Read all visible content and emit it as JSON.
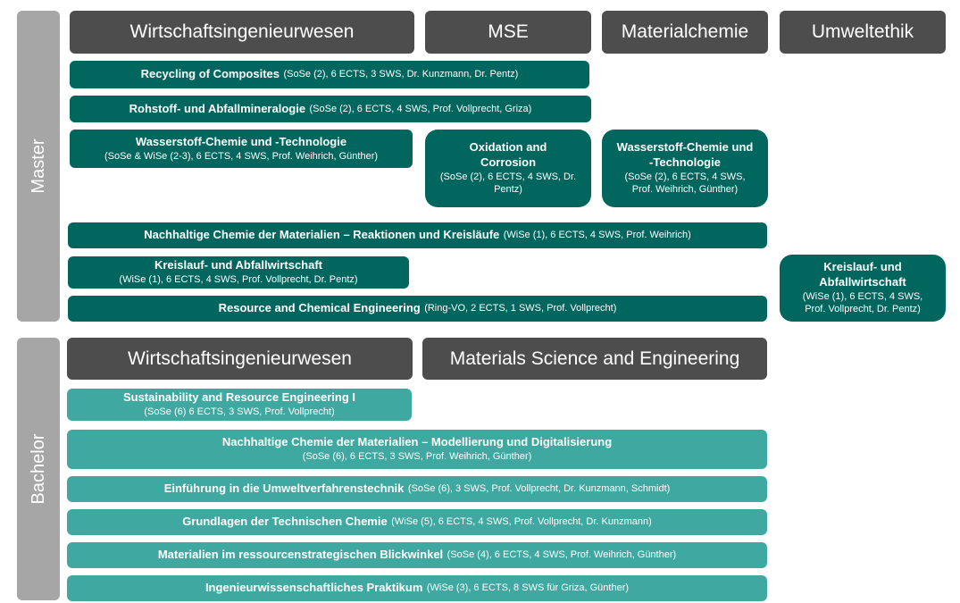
{
  "master": {
    "label": "Master",
    "headers": [
      "Wirtschaftsingenieurwesen",
      "MSE",
      "Materialchemie",
      "Umweltethik"
    ],
    "courses": [
      {
        "title": "Recycling of Composites",
        "details": "(SoSe (2), 6 ECTS,  3 SWS, Dr. Kunzmann, Dr. Pentz)"
      },
      {
        "title": "Rohstoff- und Abfallmineralogie",
        "details": "(SoSe (2), 6 ECTS,  4 SWS, Prof. Vollprecht, Griza)"
      },
      {
        "title": "Wasserstoff-Chemie und -Technologie",
        "details": "(SoSe & WiSe (2-3), 6 ECTS, 4 SWS, Prof. Weihrich, Günther)"
      },
      {
        "title": "Oxidation and Corrosion",
        "details": "(SoSe (2), 6 ECTS,  4 SWS, Dr. Pentz)"
      },
      {
        "title": "Wasserstoff-Chemie und -Technologie",
        "details": "(SoSe (2), 6 ECTS,  4 SWS, Prof. Weihrich, Günther)"
      },
      {
        "title": "Nachhaltige Chemie der Materialien – Reaktionen und Kreisläufe",
        "details": "(WiSe (1), 6 ECTS,  4 SWS, Prof. Weihrich)"
      },
      {
        "title": "Kreislauf- und Abfallwirtschaft",
        "details": "(WiSe (1), 6 ECTS, 4 SWS, Prof. Vollprecht, Dr. Pentz)"
      },
      {
        "title": "Kreislauf- und Abfallwirtschaft",
        "details": "(WiSe (1), 6 ECTS, 4 SWS, Prof. Vollprecht, Dr. Pentz)"
      },
      {
        "title": "Resource and Chemical Engineering",
        "details": "(Ring-VO, 2 ECTS,  1 SWS,  Prof. Vollprecht)"
      }
    ]
  },
  "bachelor": {
    "label": "Bachelor",
    "headers": [
      "Wirtschaftsingenieurwesen",
      "Materials Science and Engineering"
    ],
    "courses": [
      {
        "title": "Sustainability and Resource Engineering I",
        "details": "(SoSe (6) 6 ECTS, 3 SWS, Prof. Vollprecht)"
      },
      {
        "title": "Nachhaltige Chemie der Materialien – Modellierung und Digitalisierung",
        "details": "(SoSe (6), 6 ECTS,  3 SWS, Prof. Weihrich, Günther)"
      },
      {
        "title": "Einführung in die Umweltverfahrenstechnik",
        "details": "(SoSe (6), 3 SWS, Prof. Vollprecht, Dr. Kunzmann, Schmidt)"
      },
      {
        "title": "Grundlagen der Technischen Chemie",
        "details": "(WiSe (5), 6 ECTS,  4 SWS,  Prof. Vollprecht, Dr. Kunzmann)"
      },
      {
        "title": "Materialien im ressourcenstrategischen Blickwinkel",
        "details": "(SoSe (4), 6 ECTS,  4 SWS, Prof. Weihrich, Günther)"
      },
      {
        "title": "Ingenieurwissenschaftliches Praktikum",
        "details": "(WiSe (3), 6 ECTS,  8 SWS für Griza, Günther)"
      }
    ]
  }
}
